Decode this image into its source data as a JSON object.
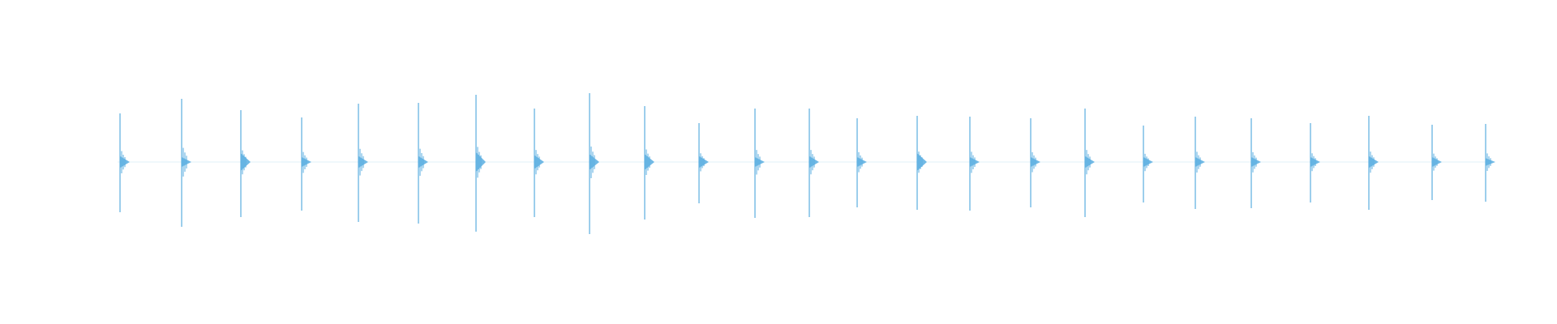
{
  "waveform": {
    "color": "#5aaee0",
    "background": "#ffffff",
    "transients": [
      {
        "up": 0.6,
        "down": 0.62,
        "tail": 0.12
      },
      {
        "up": 0.78,
        "down": 0.8,
        "tail": 0.1
      },
      {
        "up": 0.64,
        "down": 0.68,
        "tail": 0.18
      },
      {
        "up": 0.55,
        "down": 0.6,
        "tail": 0.1
      },
      {
        "up": 0.72,
        "down": 0.74,
        "tail": 0.12
      },
      {
        "up": 0.73,
        "down": 0.76,
        "tail": 0.12
      },
      {
        "up": 0.83,
        "down": 0.86,
        "tail": 0.2
      },
      {
        "up": 0.66,
        "down": 0.68,
        "tail": 0.14
      },
      {
        "up": 0.85,
        "down": 0.89,
        "tail": 0.16
      },
      {
        "up": 0.69,
        "down": 0.71,
        "tail": 0.16
      },
      {
        "up": 0.48,
        "down": 0.51,
        "tail": 0.12
      },
      {
        "up": 0.66,
        "down": 0.69,
        "tail": 0.1
      },
      {
        "up": 0.66,
        "down": 0.68,
        "tail": 0.12
      },
      {
        "up": 0.54,
        "down": 0.56,
        "tail": 0.1
      },
      {
        "up": 0.57,
        "down": 0.59,
        "tail": 0.18
      },
      {
        "up": 0.56,
        "down": 0.6,
        "tail": 0.1
      },
      {
        "up": 0.54,
        "down": 0.56,
        "tail": 0.1
      },
      {
        "up": 0.66,
        "down": 0.68,
        "tail": 0.12
      },
      {
        "up": 0.45,
        "down": 0.5,
        "tail": 0.1
      },
      {
        "up": 0.56,
        "down": 0.58,
        "tail": 0.1
      },
      {
        "up": 0.54,
        "down": 0.57,
        "tail": 0.1
      },
      {
        "up": 0.48,
        "down": 0.5,
        "tail": 0.1
      },
      {
        "up": 0.57,
        "down": 0.59,
        "tail": 0.12
      },
      {
        "up": 0.46,
        "down": 0.47,
        "tail": 0.1
      },
      {
        "up": 0.47,
        "down": 0.49,
        "tail": 0.08
      }
    ]
  }
}
